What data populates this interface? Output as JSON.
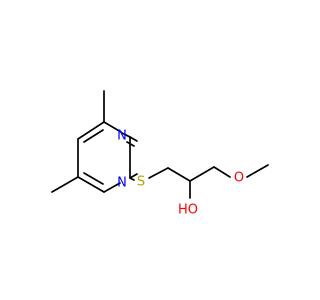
{
  "molecule": {
    "atoms": {
      "n_top": {
        "symbol": "N",
        "color": "#0000ff"
      },
      "n_bottom": {
        "symbol": "N",
        "color": "#0000ff"
      },
      "sulfur": {
        "symbol": "S",
        "color": "#b8a100"
      },
      "hydroxyl": {
        "symbol": "HO",
        "color": "#ff0000"
      },
      "ether_oxygen": {
        "symbol": "O",
        "color": "#ff0000"
      }
    },
    "bond_color": "#000000"
  }
}
